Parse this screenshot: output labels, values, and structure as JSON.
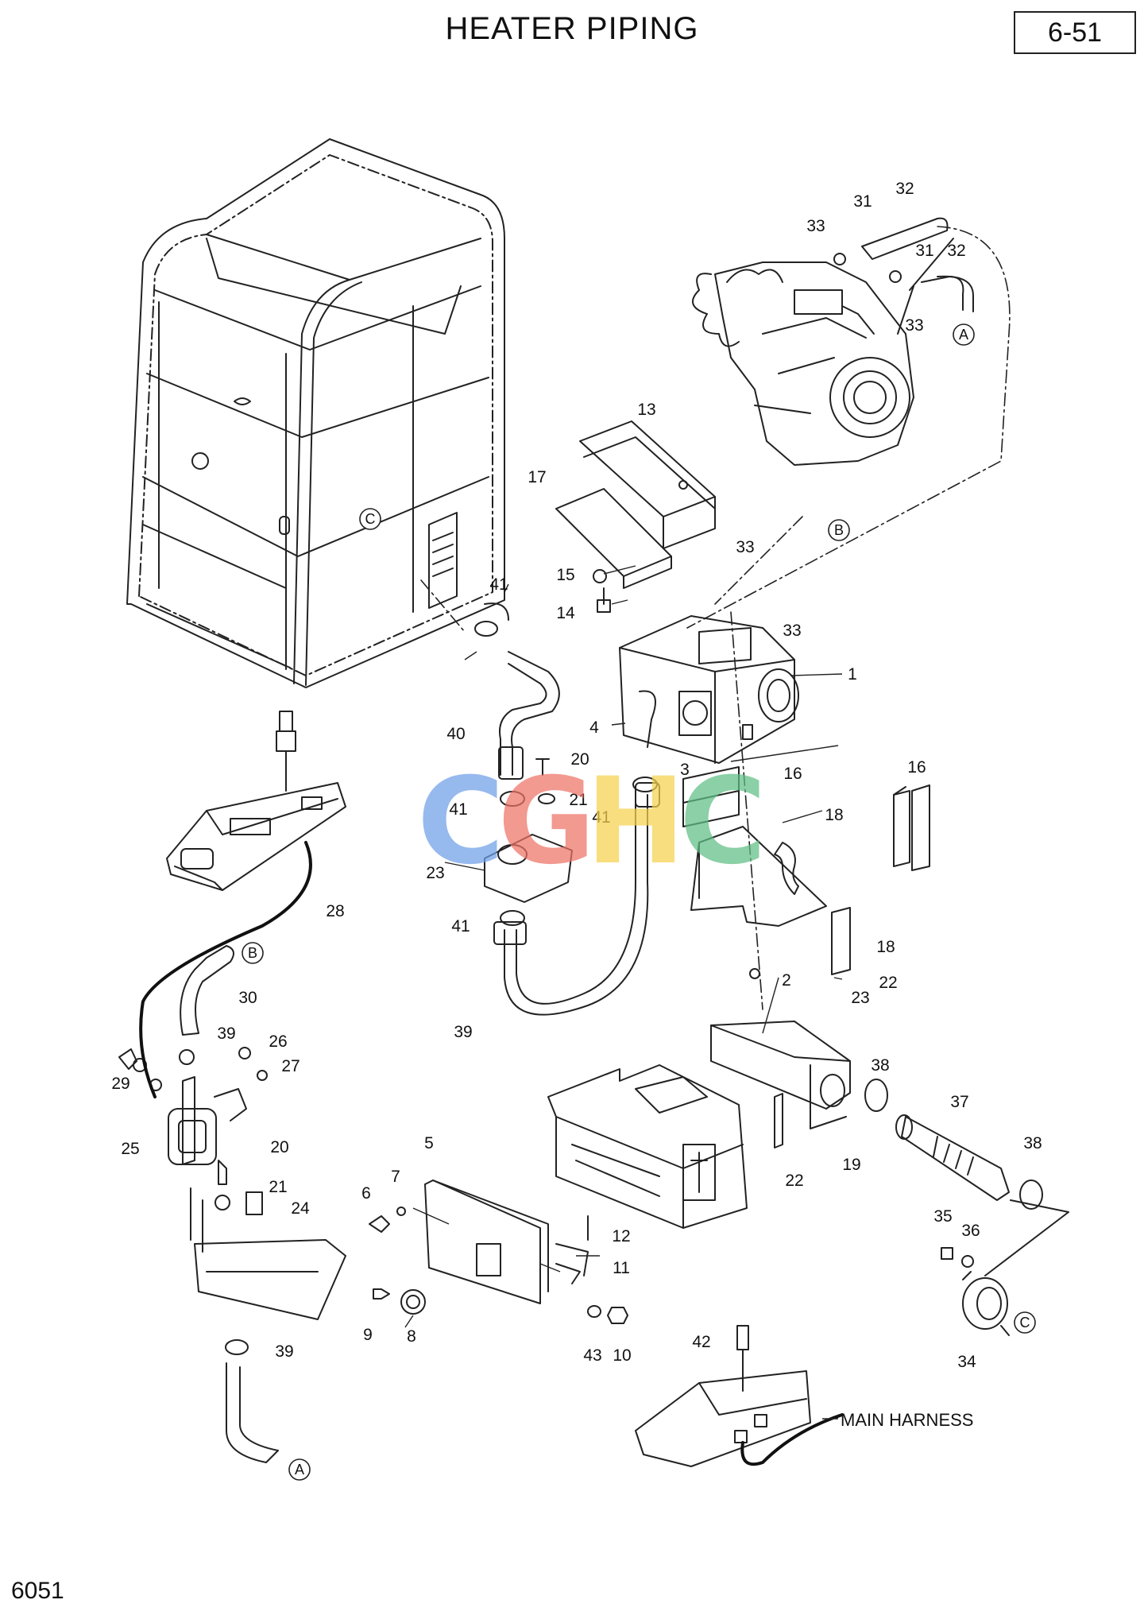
{
  "header": {
    "title": "HEATER PIPING",
    "page_number": "6-51"
  },
  "footer": {
    "code": "6051"
  },
  "watermark": {
    "letters": [
      "C",
      "G",
      "H",
      "C"
    ],
    "colors": [
      "#6f9fe8",
      "#ee7266",
      "#f6d24f",
      "#5fbf85"
    ]
  },
  "diagram": {
    "part_callouts": [
      "1",
      "2",
      "3",
      "4",
      "5",
      "6",
      "7",
      "8",
      "9",
      "10",
      "11",
      "12",
      "13",
      "14",
      "15",
      "16",
      "16",
      "17",
      "18",
      "18",
      "19",
      "20",
      "20",
      "21",
      "21",
      "22",
      "22",
      "23",
      "23",
      "24",
      "25",
      "26",
      "27",
      "28",
      "29",
      "30",
      "31",
      "31",
      "32",
      "32",
      "33",
      "33",
      "33",
      "33",
      "34",
      "35",
      "36",
      "37",
      "38",
      "38",
      "39",
      "39",
      "39",
      "40",
      "41",
      "41",
      "41",
      "41",
      "42",
      "43"
    ],
    "reference_letters": [
      "A",
      "A",
      "B",
      "B",
      "C",
      "C"
    ],
    "text_labels": {
      "main_harness": "MAIN HARNESS"
    }
  }
}
